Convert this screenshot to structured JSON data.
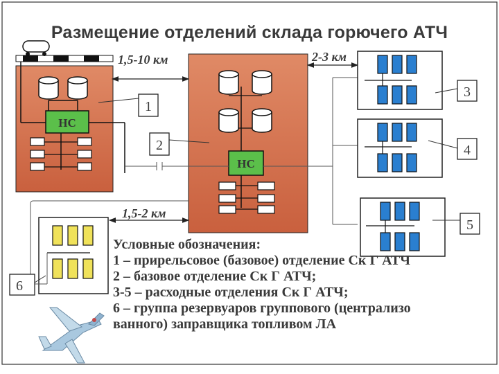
{
  "title": "Размещение отделений склада горючего АТЧ",
  "distances": {
    "d1": "1,5-10 км",
    "d2": "2-3 км",
    "d3": "1,5-2 км"
  },
  "node_labels": {
    "pump_station": "НС"
  },
  "callouts": [
    "1",
    "2",
    "3",
    "4",
    "5",
    "6"
  ],
  "legend": {
    "heading": "Условные обозначения:",
    "items": [
      "1 – прирельсовое (базовое) отделение Ск Г АТЧ",
      "2 – базовое отделение Ск Г АТЧ;",
      "3-5 – расходные отделения Ск Г АТЧ;",
      "6 – группа резервуаров группового (централизо",
      "ванного) заправщика топливом ЛА"
    ]
  },
  "colors": {
    "depot_fill": "#d2704f",
    "pump_fill": "#5bbf4a",
    "consumption_tank": "#2a7fd0",
    "refueler_tank": "#f0e25a",
    "text": "#3a3a3a"
  }
}
